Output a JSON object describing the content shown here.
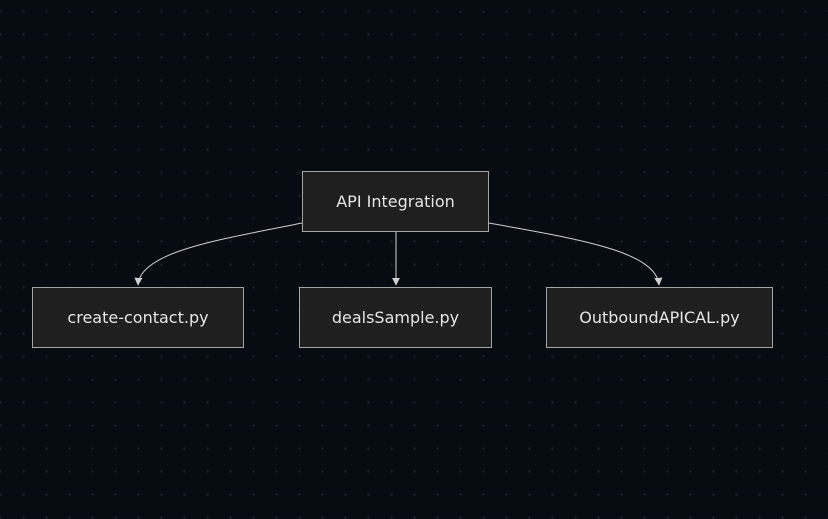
{
  "diagram": {
    "root": {
      "label": "API Integration"
    },
    "children": [
      {
        "label": "create-contact.py"
      },
      {
        "label": "dealsSample.py"
      },
      {
        "label": "OutboundAPICAL.py"
      }
    ]
  },
  "colors": {
    "background": "#070b12",
    "node_fill": "#1f1f1f",
    "node_border": "#a4a4a4",
    "text": "#e6e6e6",
    "edge": "#d0d0d0"
  }
}
